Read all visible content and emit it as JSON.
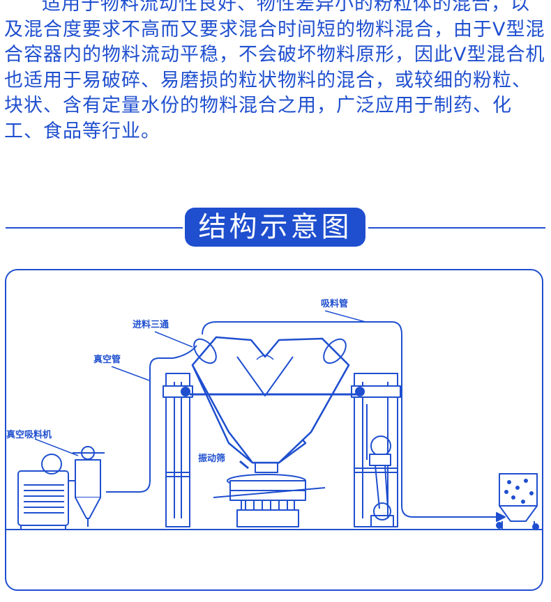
{
  "intro": {
    "paragraph": "适用于物料流动性良好、物性差异小的粉粒体的混合，以及混合度要求不高而又要求混合时间短的物料混合，由于V型混合容器内的物料流动平稳，不会破坏物料原形，因此V型混合机也适用于易破碎、易磨损的粒状物料的混合，或较细的粉粒、块状、含有定量水份的物料混合之用，广泛应用于制药、化工、食品等行业。"
  },
  "section": {
    "title": "结构示意图"
  },
  "diagram": {
    "labels": {
      "suction_pipe": "吸料管",
      "feed_tee": "进料三通",
      "vacuum_pipe": "真空管",
      "vacuum_feeder": "真空吸料机",
      "vibrating_screen": "振动筛"
    }
  },
  "colors": {
    "accent": "#1f4fcf",
    "background": "#ffffff"
  }
}
